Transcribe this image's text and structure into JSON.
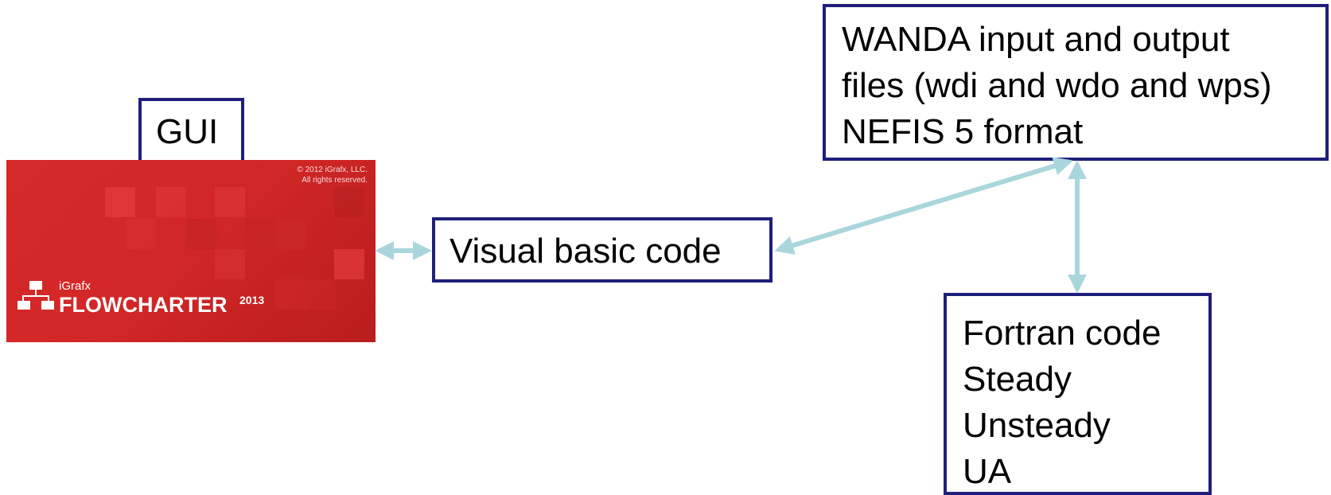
{
  "gui_box": {
    "label": "GUI"
  },
  "splash": {
    "copyright_line1": "© 2012 iGrafx, LLC.",
    "copyright_line2": "All rights reserved.",
    "brand_small": "iGrafx",
    "brand_big": "FLOWCHARTER",
    "brand_year": "2013",
    "colors": {
      "background": "#d32727",
      "text": "#ffffff"
    }
  },
  "visual_basic_box": {
    "label": "Visual basic code"
  },
  "wanda_box": {
    "lines": [
      "WANDA input and output",
      "files (wdi and wdo and wps)",
      "NEFIS 5 format"
    ]
  },
  "fortran_box": {
    "lines": [
      "Fortran code",
      "Steady",
      "Unsteady",
      "UA"
    ]
  },
  "colors": {
    "box_border": "#1f1f7a",
    "arrow": "#a9d6dc"
  }
}
